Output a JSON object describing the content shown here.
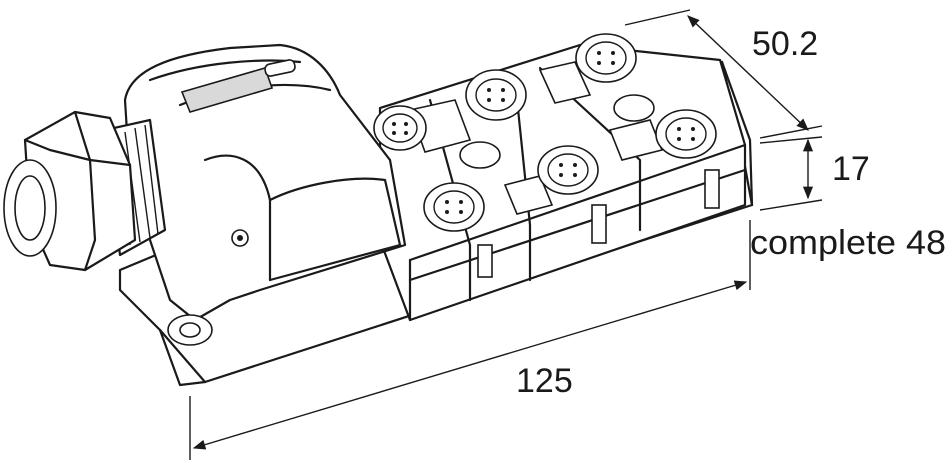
{
  "dimensions": {
    "depth": "50.2",
    "height": "17",
    "height_complete": "complete 48",
    "length": "125"
  }
}
